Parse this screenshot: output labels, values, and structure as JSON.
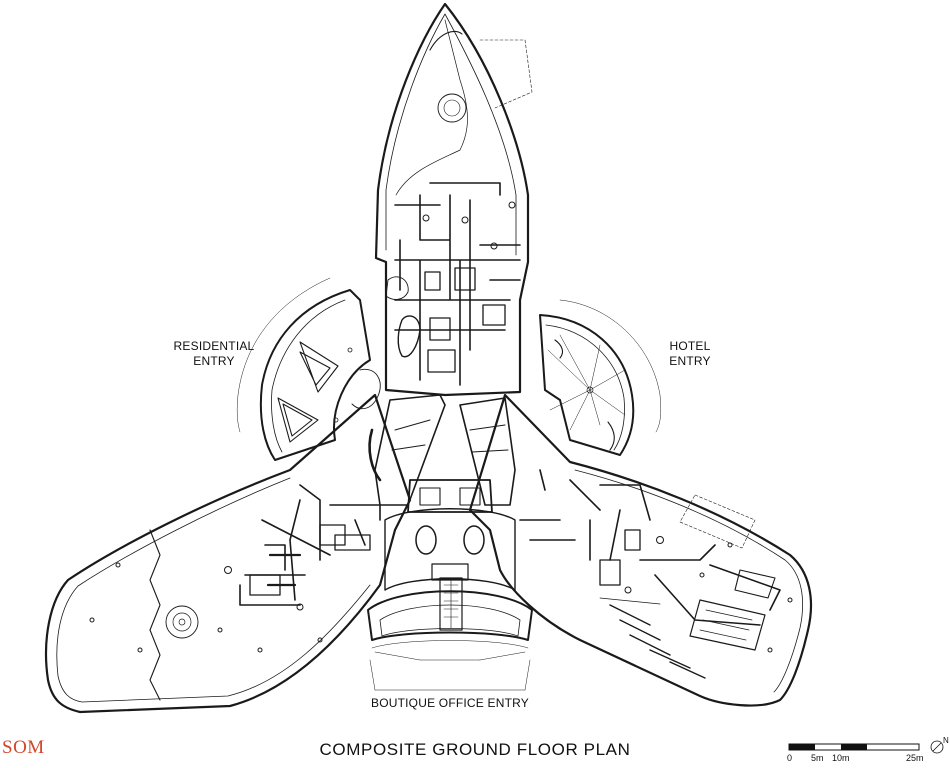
{
  "labels": {
    "residential_entry": [
      "RESIDENTIAL",
      "ENTRY"
    ],
    "hotel_entry": [
      "HOTEL",
      "ENTRY"
    ],
    "boutique_office_entry": "BOUTIQUE OFFICE ENTRY"
  },
  "footer": {
    "logo": "SOM",
    "title": "COMPOSITE GROUND FLOOR PLAN",
    "scale": {
      "ticks": [
        "0",
        "5m",
        "10m",
        "25m"
      ],
      "north": "N"
    }
  },
  "colors": {
    "line": "#1a1a1a",
    "logo": "#d2462c",
    "background": "#ffffff"
  }
}
